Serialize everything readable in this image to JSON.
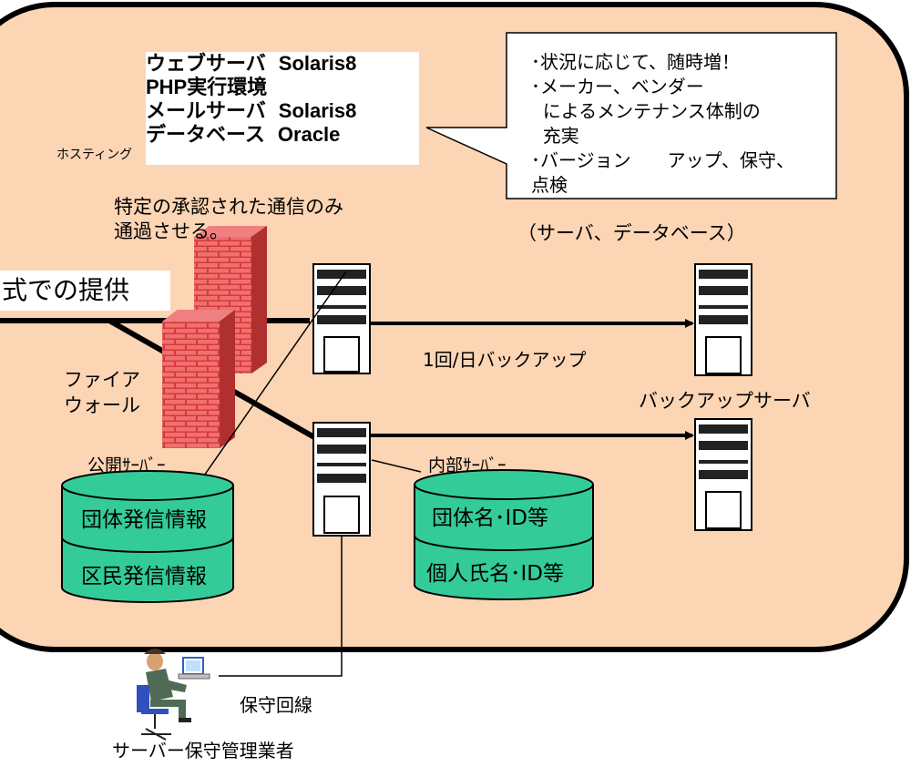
{
  "specs": [
    {
      "name": "ウェブサーバ",
      "value": "Solaris8"
    },
    {
      "name": "PHP実行環境",
      "value": ""
    },
    {
      "name": "メールサーバ",
      "value": "Solaris8"
    },
    {
      "name": "データベース",
      "value": "Oracle"
    }
  ],
  "hosting_label": "ホスティング",
  "callout_lines": [
    "･状況に応じて、随時増！",
    "･メーカー、ベンダー",
    "  によるメンテナンス体制の",
    "  充実",
    "･バージョン　　アップ、保守、",
    "点検"
  ],
  "firewall_note_1": "特定の承認された通信のみ",
  "firewall_note_2": "通過させる。",
  "server_db_label": "（サーバ、データベース）",
  "provision_label": "式での提供",
  "firewall_label_1": "ファイア",
  "firewall_label_2": "ウォール",
  "daily_backup": "1回/日バックアップ",
  "backup_server": "バックアップサーバ",
  "public_server": "公開ｻｰﾊﾞｰ",
  "internal_server": "内部ｻｰﾊﾞｰ",
  "public_db": [
    "団体発信情報",
    "区民発信情報"
  ],
  "internal_db": [
    "団体名･ID等",
    "個人氏名･ID等"
  ],
  "maintenance_line": "保守回線",
  "maintainer": "サーバー保守管理業者",
  "colors": {
    "cloud_fill": "#fcd5b4",
    "db_fill": "#33cc99",
    "brick": "#e84848"
  }
}
